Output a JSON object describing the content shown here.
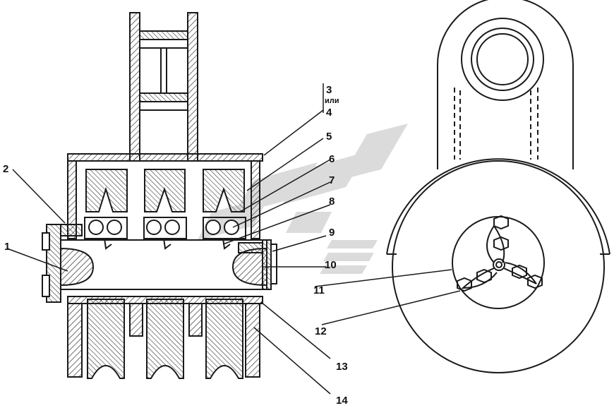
{
  "callouts": [
    {
      "id": "c1",
      "text": "1"
    },
    {
      "id": "c2",
      "text": "2"
    },
    {
      "id": "c3",
      "text": "3"
    },
    {
      "id": "c_or",
      "text": "или"
    },
    {
      "id": "c4",
      "text": "4"
    },
    {
      "id": "c5",
      "text": "5"
    },
    {
      "id": "c6",
      "text": "6"
    },
    {
      "id": "c7",
      "text": "7"
    },
    {
      "id": "c8",
      "text": "8"
    },
    {
      "id": "c9",
      "text": "9"
    },
    {
      "id": "c10",
      "text": "10"
    },
    {
      "id": "c11",
      "text": "11"
    },
    {
      "id": "c12",
      "text": "12"
    },
    {
      "id": "c13",
      "text": "13"
    },
    {
      "id": "c14",
      "text": "14"
    }
  ],
  "colors": {
    "ink": "#1a1a1a",
    "hatch": "#444444",
    "watermark": "#c9c9c9"
  }
}
